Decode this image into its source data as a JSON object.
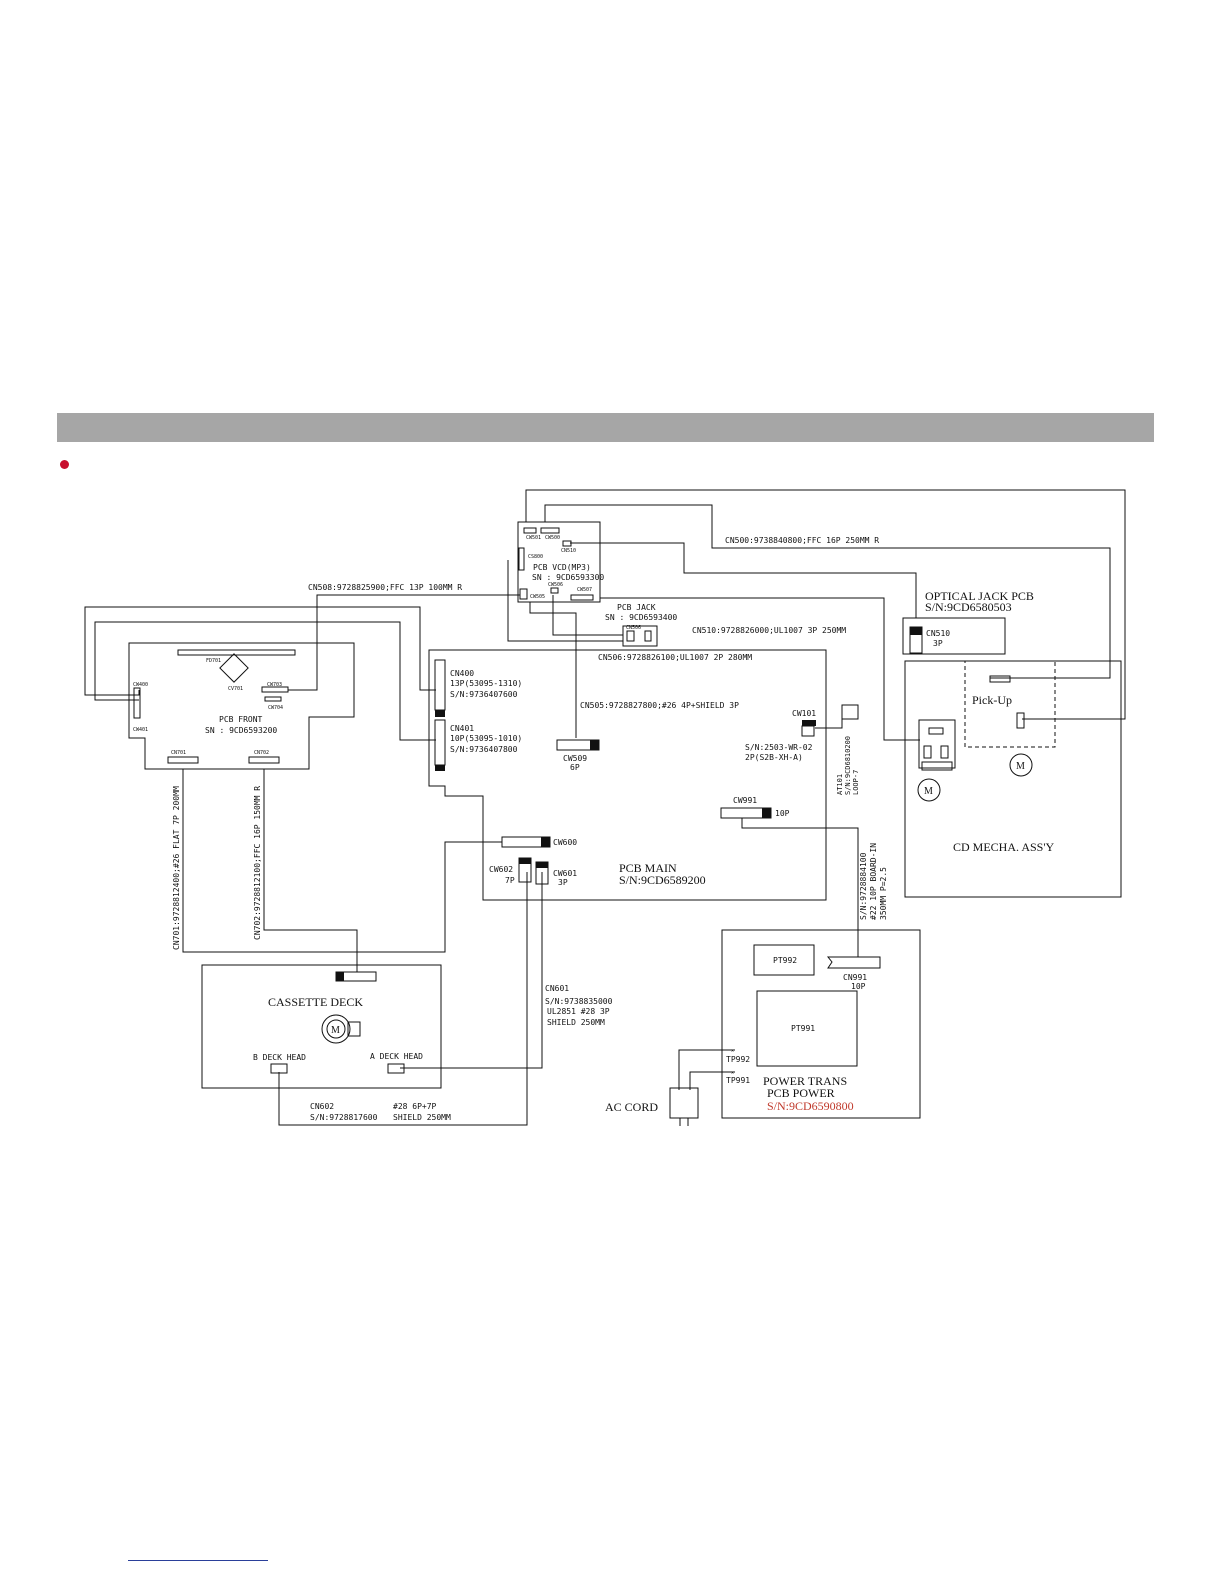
{
  "boards": {
    "pcb_vcd": {
      "name": "PCB VCD(MP3)",
      "sn": "SN : 9CD6593300",
      "connectors": [
        "CW501",
        "CW500",
        "CN510",
        "CS800",
        "CW506",
        "CW505",
        "CW507"
      ]
    },
    "pcb_jack": {
      "name": "PCB JACK",
      "sn": "SN : 9CD6593400",
      "connector": "CN506"
    },
    "pcb_front": {
      "name": "PCB FRONT",
      "sn": "SN : 9CD6593200",
      "connectors": [
        "FD701",
        "CV701",
        "CW703",
        "CW704",
        "CW400",
        "CW401",
        "CN701",
        "CN702"
      ]
    },
    "pcb_main": {
      "name": "PCB MAIN",
      "sn": "S/N:9CD6589200"
    },
    "optical_jack": {
      "name": "OPTICAL JACK PCB",
      "sn": "S/N:9CD6580503",
      "cn510": "CN510",
      "cn510_pins": "3P"
    },
    "cd_mecha": {
      "name": "CD MECHA. ASS'Y",
      "pickup": "Pick-Up",
      "motor": "M"
    },
    "cassette": {
      "name": "CASSETTE DECK",
      "motor": "M",
      "b_head": "B DECK HEAD",
      "a_head": "A DECK HEAD"
    },
    "power": {
      "pt992": "PT992",
      "pt991": "PT991",
      "cn991": "CN991",
      "cn991_pins": "10P",
      "tp992": "TP992",
      "tp991": "TP991",
      "line1": "POWER TRANS",
      "line2": "PCB POWER",
      "sn": "S/N:9CD6590800"
    },
    "ac_cord": "AC CORD"
  },
  "main_labels": {
    "cn400": "CN400",
    "cn400_spec": "13P(53095-1310)",
    "cn400_sn": "S/N:9736407600",
    "cn401": "CN401",
    "cn401_spec": "10P(53095-1010)",
    "cn401_sn": "S/N:9736407800",
    "cw509": "CW509",
    "cw509_pins": "6P",
    "cw101": "CW101",
    "cw101_sn": "S/N:2503-WR-02",
    "cw101_spec": "2P(S2B-XH-A)",
    "at101": "AT101",
    "at101_sn": "S/N:9CD6810200",
    "at101_loop": "LOOP-7",
    "cw991": "CW991",
    "cw991_pins": "10P",
    "cw600": "CW600",
    "cw602": "CW602",
    "cw602_pins": "7P",
    "cw601": "CW601",
    "cw601_pins": "3P"
  },
  "cables": {
    "cn500": "CN500:9738840800;FFC 16P 250MM R",
    "cn508": "CN508:9728825900;FFC 13P 100MM R",
    "cn510": "CN510:9728826000;UL1007 3P 250MM",
    "cn506": "CN506:9728826100;UL1007 2P 280MM",
    "cn505": "CN505:9728827800;#26 4P+SHIELD 3P",
    "cn701": "CN701:9728812400;#26 FLAT 7P 200MM",
    "cn702": "CN702:9728812100;FFC 16P 150MM R",
    "cn991_line1": "S/N:9728884100",
    "cn991_line2": "#22 10P BOARD-IN",
    "cn991_line3": "350MM P=2.5",
    "cn601_1": "CN601",
    "cn601_2": "S/N:9738835000",
    "cn601_3": "UL2851 #28 3P",
    "cn601_4": "SHIELD 250MM",
    "cn602_1": "CN602",
    "cn602_2": "S/N:9728817600",
    "cn602_3": "#28 6P+7P",
    "cn602_4": "SHIELD 250MM"
  },
  "colors": {
    "header_bar": "#a6a6a6",
    "bullet": "#c8102e",
    "sn_red": "#c0392b",
    "footer_line": "#2a3f9a"
  }
}
